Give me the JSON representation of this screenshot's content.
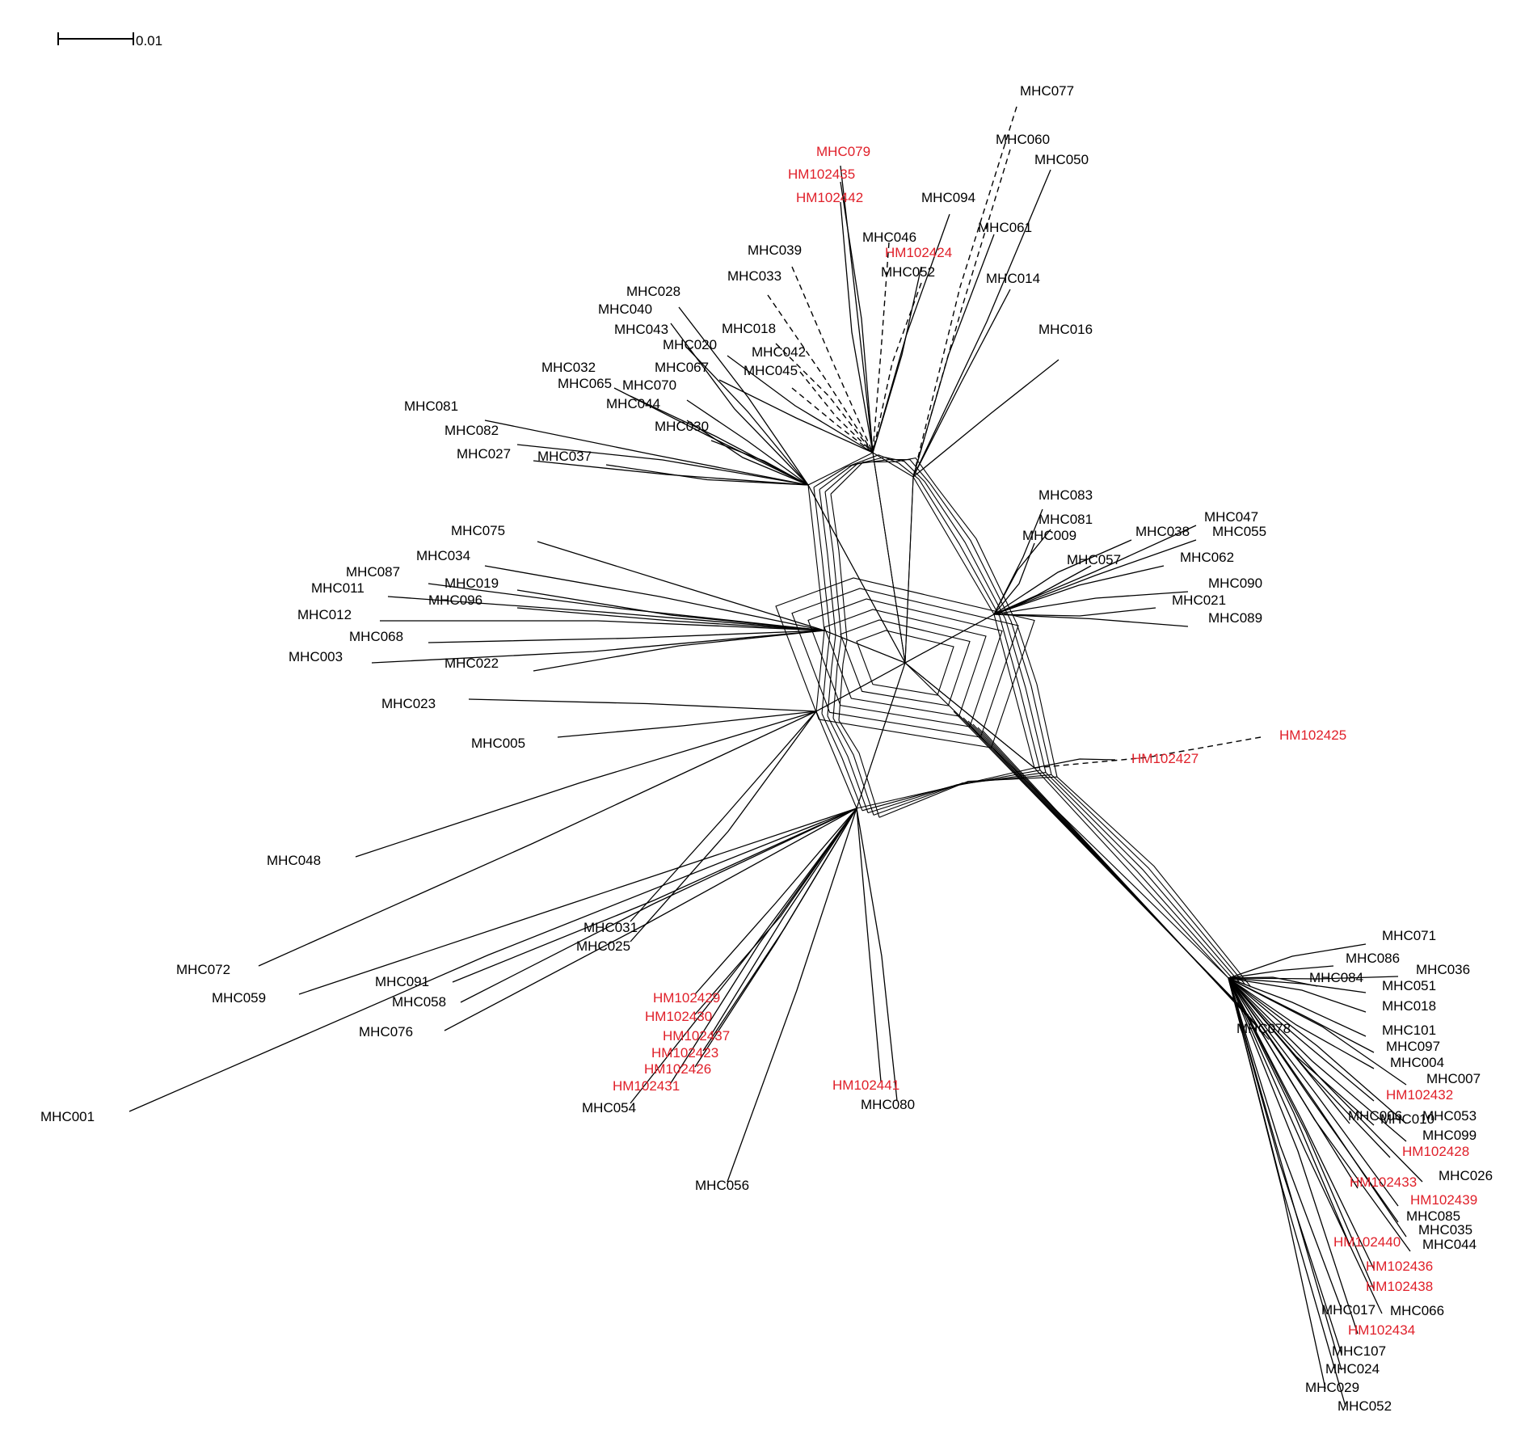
{
  "scale_bar": {
    "label": "0.01"
  },
  "colors": {
    "reference": "#000000",
    "highlight": "#e0202a"
  },
  "taxa": [
    {
      "name": "MHC077",
      "color": "black"
    },
    {
      "name": "MHC079",
      "color": "red"
    },
    {
      "name": "HM102435",
      "color": "red"
    },
    {
      "name": "HM102442",
      "color": "red"
    },
    {
      "name": "MHC060",
      "color": "black"
    },
    {
      "name": "MHC050",
      "color": "black"
    },
    {
      "name": "MHC094",
      "color": "black"
    },
    {
      "name": "MHC046",
      "color": "black"
    },
    {
      "name": "HM102424",
      "color": "red"
    },
    {
      "name": "MHC061",
      "color": "black"
    },
    {
      "name": "MHC039",
      "color": "black"
    },
    {
      "name": "MHC033",
      "color": "black"
    },
    {
      "name": "MHC052",
      "color": "black"
    },
    {
      "name": "MHC014",
      "color": "black"
    },
    {
      "name": "MHC028",
      "color": "black"
    },
    {
      "name": "MHC040",
      "color": "black"
    },
    {
      "name": "MHC043",
      "color": "black"
    },
    {
      "name": "MHC018",
      "color": "black"
    },
    {
      "name": "MHC020",
      "color": "black"
    },
    {
      "name": "MHC042",
      "color": "black"
    },
    {
      "name": "MHC016",
      "color": "black"
    },
    {
      "name": "MHC032",
      "color": "black"
    },
    {
      "name": "MHC067",
      "color": "black"
    },
    {
      "name": "MHC045",
      "color": "black"
    },
    {
      "name": "MHC065",
      "color": "black"
    },
    {
      "name": "MHC070",
      "color": "black"
    },
    {
      "name": "MHC081",
      "color": "black"
    },
    {
      "name": "MHC044",
      "color": "black"
    },
    {
      "name": "MHC082",
      "color": "black"
    },
    {
      "name": "MHC030",
      "color": "black"
    },
    {
      "name": "MHC027",
      "color": "black"
    },
    {
      "name": "MHC037",
      "color": "black"
    },
    {
      "name": "MHC083",
      "color": "black"
    },
    {
      "name": "MHC081",
      "color": "black"
    },
    {
      "name": "MHC047",
      "color": "black"
    },
    {
      "name": "MHC009",
      "color": "black"
    },
    {
      "name": "MHC038",
      "color": "black"
    },
    {
      "name": "MHC055",
      "color": "black"
    },
    {
      "name": "MHC075",
      "color": "black"
    },
    {
      "name": "MHC057",
      "color": "black"
    },
    {
      "name": "MHC062",
      "color": "black"
    },
    {
      "name": "MHC034",
      "color": "black"
    },
    {
      "name": "MHC087",
      "color": "black"
    },
    {
      "name": "MHC019",
      "color": "black"
    },
    {
      "name": "MHC090",
      "color": "black"
    },
    {
      "name": "MHC011",
      "color": "black"
    },
    {
      "name": "MHC096",
      "color": "black"
    },
    {
      "name": "MHC021",
      "color": "black"
    },
    {
      "name": "MHC012",
      "color": "black"
    },
    {
      "name": "MHC089",
      "color": "black"
    },
    {
      "name": "MHC068",
      "color": "black"
    },
    {
      "name": "MHC003",
      "color": "black"
    },
    {
      "name": "MHC022",
      "color": "black"
    },
    {
      "name": "MHC023",
      "color": "black"
    },
    {
      "name": "MHC005",
      "color": "black"
    },
    {
      "name": "HM102425",
      "color": "red"
    },
    {
      "name": "HM102427",
      "color": "red"
    },
    {
      "name": "MHC048",
      "color": "black"
    },
    {
      "name": "MHC031",
      "color": "black"
    },
    {
      "name": "MHC025",
      "color": "black"
    },
    {
      "name": "MHC071",
      "color": "black"
    },
    {
      "name": "MHC086",
      "color": "black"
    },
    {
      "name": "MHC036",
      "color": "black"
    },
    {
      "name": "MHC072",
      "color": "black"
    },
    {
      "name": "MHC084",
      "color": "black"
    },
    {
      "name": "MHC051",
      "color": "black"
    },
    {
      "name": "MHC059",
      "color": "black"
    },
    {
      "name": "MHC091",
      "color": "black"
    },
    {
      "name": "MHC018",
      "color": "black"
    },
    {
      "name": "MHC058",
      "color": "black"
    },
    {
      "name": "HM102429",
      "color": "red"
    },
    {
      "name": "HM102430",
      "color": "red"
    },
    {
      "name": "MHC101",
      "color": "black"
    },
    {
      "name": "MHC078",
      "color": "black"
    },
    {
      "name": "MHC097",
      "color": "black"
    },
    {
      "name": "MHC076",
      "color": "black"
    },
    {
      "name": "HM102437",
      "color": "red"
    },
    {
      "name": "HM102423",
      "color": "red"
    },
    {
      "name": "MHC004",
      "color": "black"
    },
    {
      "name": "HM102426",
      "color": "red"
    },
    {
      "name": "MHC007",
      "color": "black"
    },
    {
      "name": "HM102431",
      "color": "red"
    },
    {
      "name": "HM102441",
      "color": "red"
    },
    {
      "name": "HM102432",
      "color": "red"
    },
    {
      "name": "MHC001",
      "color": "black"
    },
    {
      "name": "MHC006",
      "color": "black"
    },
    {
      "name": "MHC080",
      "color": "black"
    },
    {
      "name": "MHC010",
      "color": "black"
    },
    {
      "name": "MHC053",
      "color": "black"
    },
    {
      "name": "MHC054",
      "color": "black"
    },
    {
      "name": "MHC099",
      "color": "black"
    },
    {
      "name": "HM102428",
      "color": "red"
    },
    {
      "name": "MHC056",
      "color": "black"
    },
    {
      "name": "MHC026",
      "color": "black"
    },
    {
      "name": "HM102433",
      "color": "red"
    },
    {
      "name": "HM102439",
      "color": "red"
    },
    {
      "name": "MHC085",
      "color": "black"
    },
    {
      "name": "MHC035",
      "color": "black"
    },
    {
      "name": "HM102440",
      "color": "red"
    },
    {
      "name": "MHC044",
      "color": "black"
    },
    {
      "name": "HM102436",
      "color": "red"
    },
    {
      "name": "HM102438",
      "color": "red"
    },
    {
      "name": "MHC017",
      "color": "black"
    },
    {
      "name": "MHC066",
      "color": "black"
    },
    {
      "name": "HM102434",
      "color": "red"
    },
    {
      "name": "MHC107",
      "color": "black"
    },
    {
      "name": "MHC024",
      "color": "black"
    },
    {
      "name": "MHC029",
      "color": "black"
    },
    {
      "name": "MHC052",
      "color": "black"
    }
  ]
}
